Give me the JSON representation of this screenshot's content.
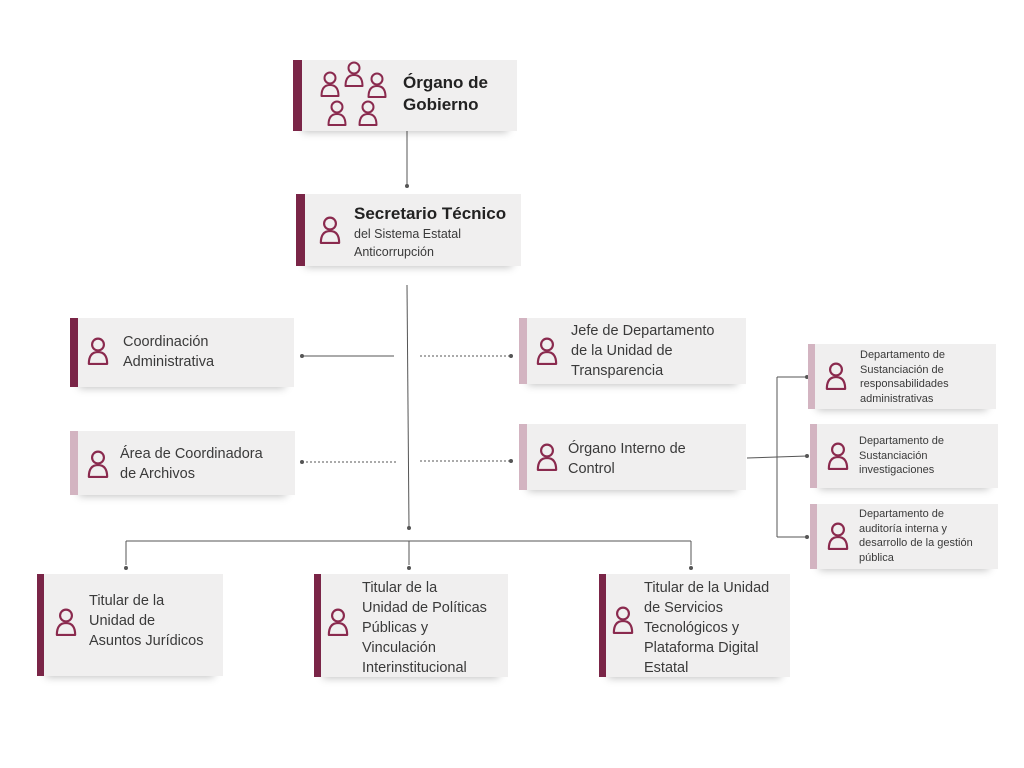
{
  "organo": {
    "line1": "Órgano de",
    "line2": "Gobierno"
  },
  "secretario": {
    "title": "Secretario Técnico",
    "line1": "del Sistema Estatal",
    "line2": "Anticorrupción"
  },
  "coordinacion": {
    "line1": "Coordinación",
    "line2": "Administrativa"
  },
  "jefe": {
    "line1": "Jefe de Departamento",
    "line2": "de la Unidad de",
    "line3": "Transparencia"
  },
  "area": {
    "line1": "Área de Coordinadora",
    "line2": "de Archivos"
  },
  "oic": {
    "line1": "Órgano Interno de",
    "line2": "Control"
  },
  "dep1": {
    "line1": "Departamento de",
    "line2": "Sustanciación de",
    "line3": "responsabilidades",
    "line4": "administrativas"
  },
  "dep2": {
    "line1": "Departamento de",
    "line2": "Sustanciación",
    "line3": "investigaciones"
  },
  "dep3": {
    "line1": "Departamento de",
    "line2": "auditoría interna y",
    "line3": "desarrollo de la gestión",
    "line4": "pública"
  },
  "juridicos": {
    "line1": "Titular de la",
    "line2": "Unidad de",
    "line3": "Asuntos Jurídicos"
  },
  "politicas": {
    "line1": "Titular de la",
    "line2": "Unidad de Políticas",
    "line3": "Públicas y",
    "line4": "Vinculación",
    "line5": "Interinstitucional"
  },
  "servicios": {
    "line1": "Titular de la Unidad",
    "line2": "de Servicios",
    "line3": "Tecnológicos y",
    "line4": "Plataforma Digital",
    "line5": "Estatal"
  },
  "colors": {
    "accent_dark": "#7a2547",
    "accent_light": "#d3b4c1",
    "box_bg": "#f0efef",
    "icon": "#8a2a4e"
  },
  "icons": {
    "person": "person-outline-icon",
    "group": "group-icon"
  }
}
